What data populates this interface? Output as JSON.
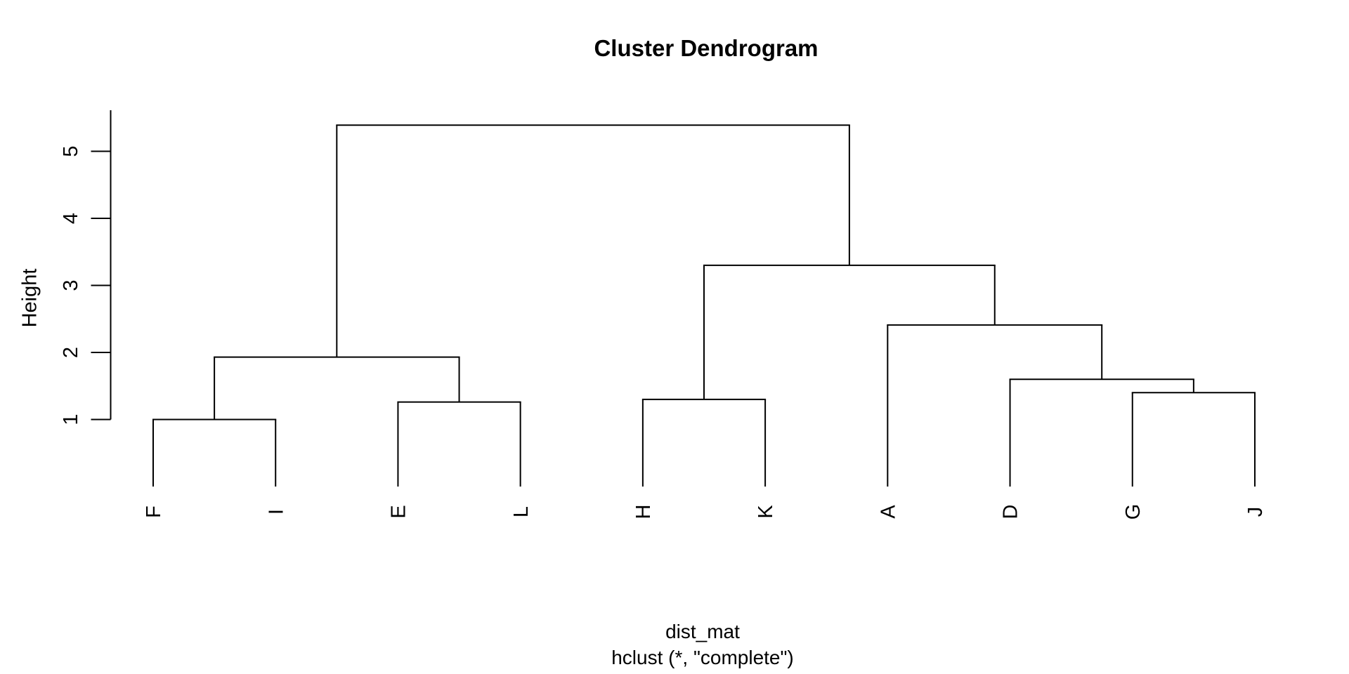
{
  "chart_data": {
    "type": "dendrogram",
    "title": "Cluster Dendrogram",
    "ylabel": "Height",
    "xlabel": "dist_mat",
    "sub_xlabel": "hclust (*, \"complete\")",
    "legend": null,
    "grid": false,
    "leaves": [
      "F",
      "I",
      "E",
      "L",
      "H",
      "K",
      "A",
      "D",
      "G",
      "J"
    ],
    "yticks": [
      "1",
      "2",
      "3",
      "4",
      "5"
    ],
    "ylim": [
      0,
      5.6
    ],
    "leaf_bottom_height": 0,
    "merges": [
      {
        "id": "FI",
        "left": "F",
        "right": "I",
        "height": 1.0
      },
      {
        "id": "EL",
        "left": "E",
        "right": "L",
        "height": 1.26
      },
      {
        "id": "HK",
        "left": "H",
        "right": "K",
        "height": 1.3
      },
      {
        "id": "GJ",
        "left": "G",
        "right": "J",
        "height": 1.4
      },
      {
        "id": "DGJ",
        "left": "D",
        "right": "GJ",
        "height": 1.6
      },
      {
        "id": "FIEL",
        "left": "FI",
        "right": "EL",
        "height": 1.93
      },
      {
        "id": "ADGJ",
        "left": "A",
        "right": "DGJ",
        "height": 2.41
      },
      {
        "id": "HKADGJ",
        "left": "HK",
        "right": "ADGJ",
        "height": 3.3
      },
      {
        "id": "ROOT",
        "left": "FIEL",
        "right": "HKADGJ",
        "height": 5.39
      }
    ]
  }
}
